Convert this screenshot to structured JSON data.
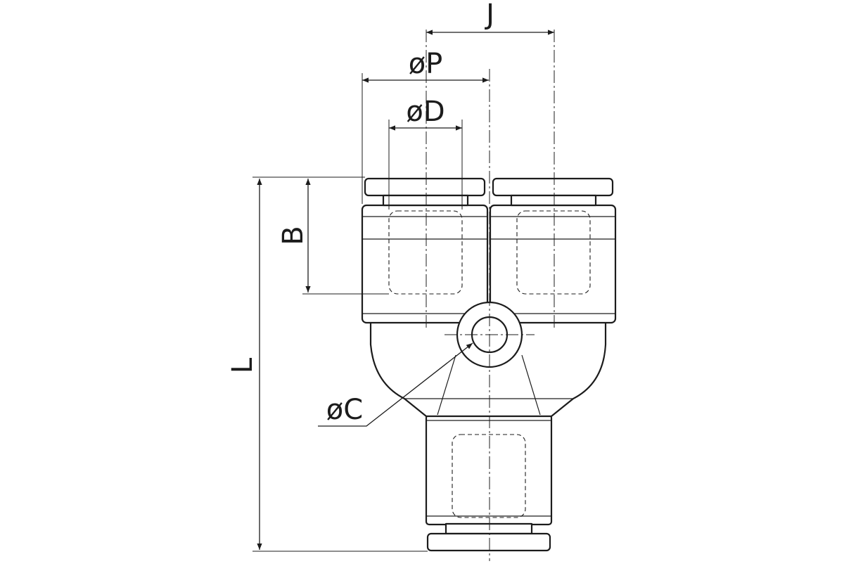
{
  "drawing": {
    "part": "union-y-push-in-fitting",
    "dimension_labels": {
      "J": "J",
      "P": "øP",
      "D": "øD",
      "B": "B",
      "L": "L",
      "C": "øC"
    }
  },
  "colors": {
    "line": "#1c1c1c",
    "background": "#ffffff"
  }
}
